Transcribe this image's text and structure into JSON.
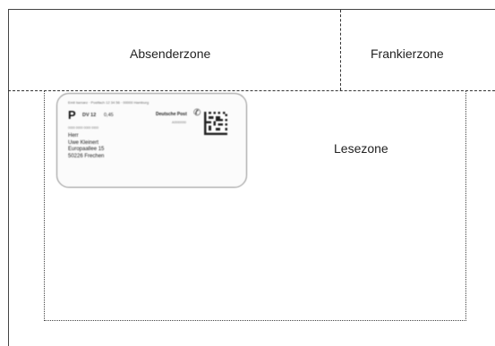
{
  "zones": {
    "sender": "Absenderzone",
    "postage": "Frankierzone",
    "reading": "Lesezone"
  },
  "postage_label": {
    "header_line": "Emil Isenarz · Postfach 12 34 56 · 00000 Hamburg",
    "postage_symbol": "P",
    "product_code": "DV 12",
    "price": "0,45",
    "brand": "Deutsche Post",
    "reference": "A0000000",
    "tracking_code": "0000 0000 0000 0000",
    "address_lines": [
      "Herr",
      "Uwe Kleinert",
      "Europaallee 15",
      "50226 Frechen"
    ],
    "brand_icon": "post-horn-icon",
    "matrix_code_icon": "datamatrix-code-icon"
  }
}
